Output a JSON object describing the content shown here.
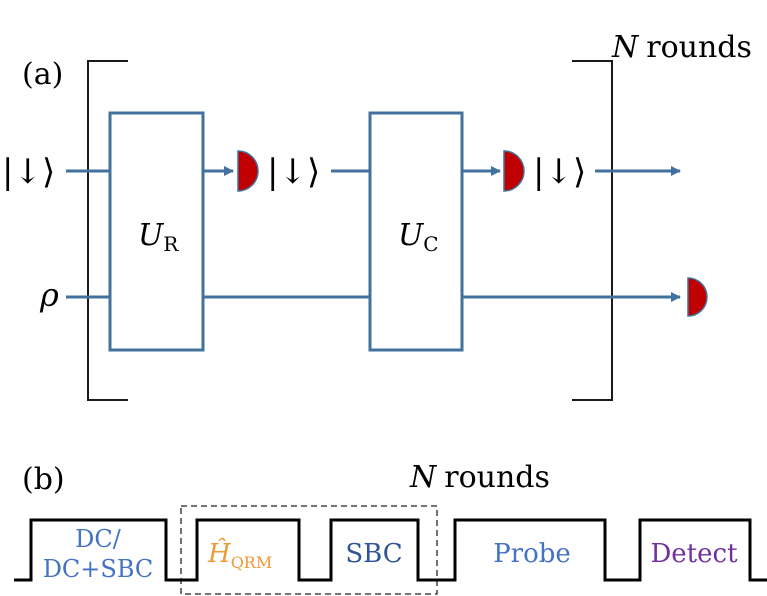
{
  "panel_a": {
    "label": "(a)",
    "rounds_n": "N",
    "rounds_text": "rounds",
    "ket_in": "|↓⟩",
    "ket_mid": "|↓⟩",
    "ket_out": "|↓⟩",
    "rho": "ρ",
    "gate_r": {
      "symbol": "U",
      "subscript": "R"
    },
    "gate_c": {
      "symbol": "U",
      "subscript": "C"
    }
  },
  "panel_b": {
    "label": "(b)",
    "rounds_n": "N",
    "rounds_text": "rounds",
    "pulses": {
      "dc_line1": "DC/",
      "dc_line2": "DC+SBC",
      "hqrm_symbol": "Ĥ",
      "hqrm_subscript": "QRM",
      "sbc": "SBC",
      "probe": "Probe",
      "detect": "Detect"
    }
  },
  "colors": {
    "line": "#41719c",
    "detector": "#c00000",
    "pulse_blue": "#4472c4",
    "sbc_blue": "#2f5597",
    "hqrm_orange": "#ed9a3a",
    "detect_purple": "#7030a0",
    "black": "#000000"
  }
}
